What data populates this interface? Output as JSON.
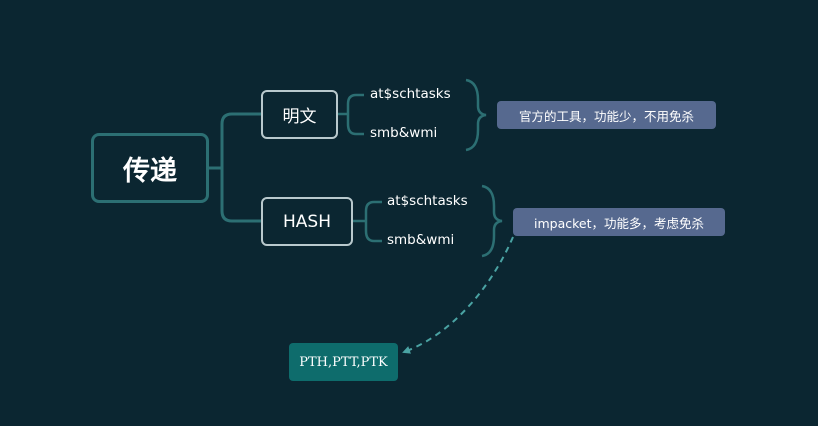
{
  "diagram": {
    "root": {
      "label": "传递"
    },
    "branches": [
      {
        "label": "明文",
        "leaves": [
          "at$schtasks",
          "smb&wmi"
        ],
        "note": "官方的工具，功能少，不用免杀"
      },
      {
        "label": "HASH",
        "leaves": [
          "at$schtasks",
          "smb&wmi"
        ],
        "note": "impacket，功能多，考虑免杀"
      }
    ],
    "linked_node": {
      "label": "PTH,PTT,PTK"
    }
  },
  "colors": {
    "background": "#0b2631",
    "root_border": "#2c6f73",
    "connector": "#2c6f73",
    "branch_border": "#b9c9cd",
    "note_fill": "#56698f",
    "target_fill": "#0e6c6c",
    "dashed_arrow": "#4aa3a3"
  }
}
